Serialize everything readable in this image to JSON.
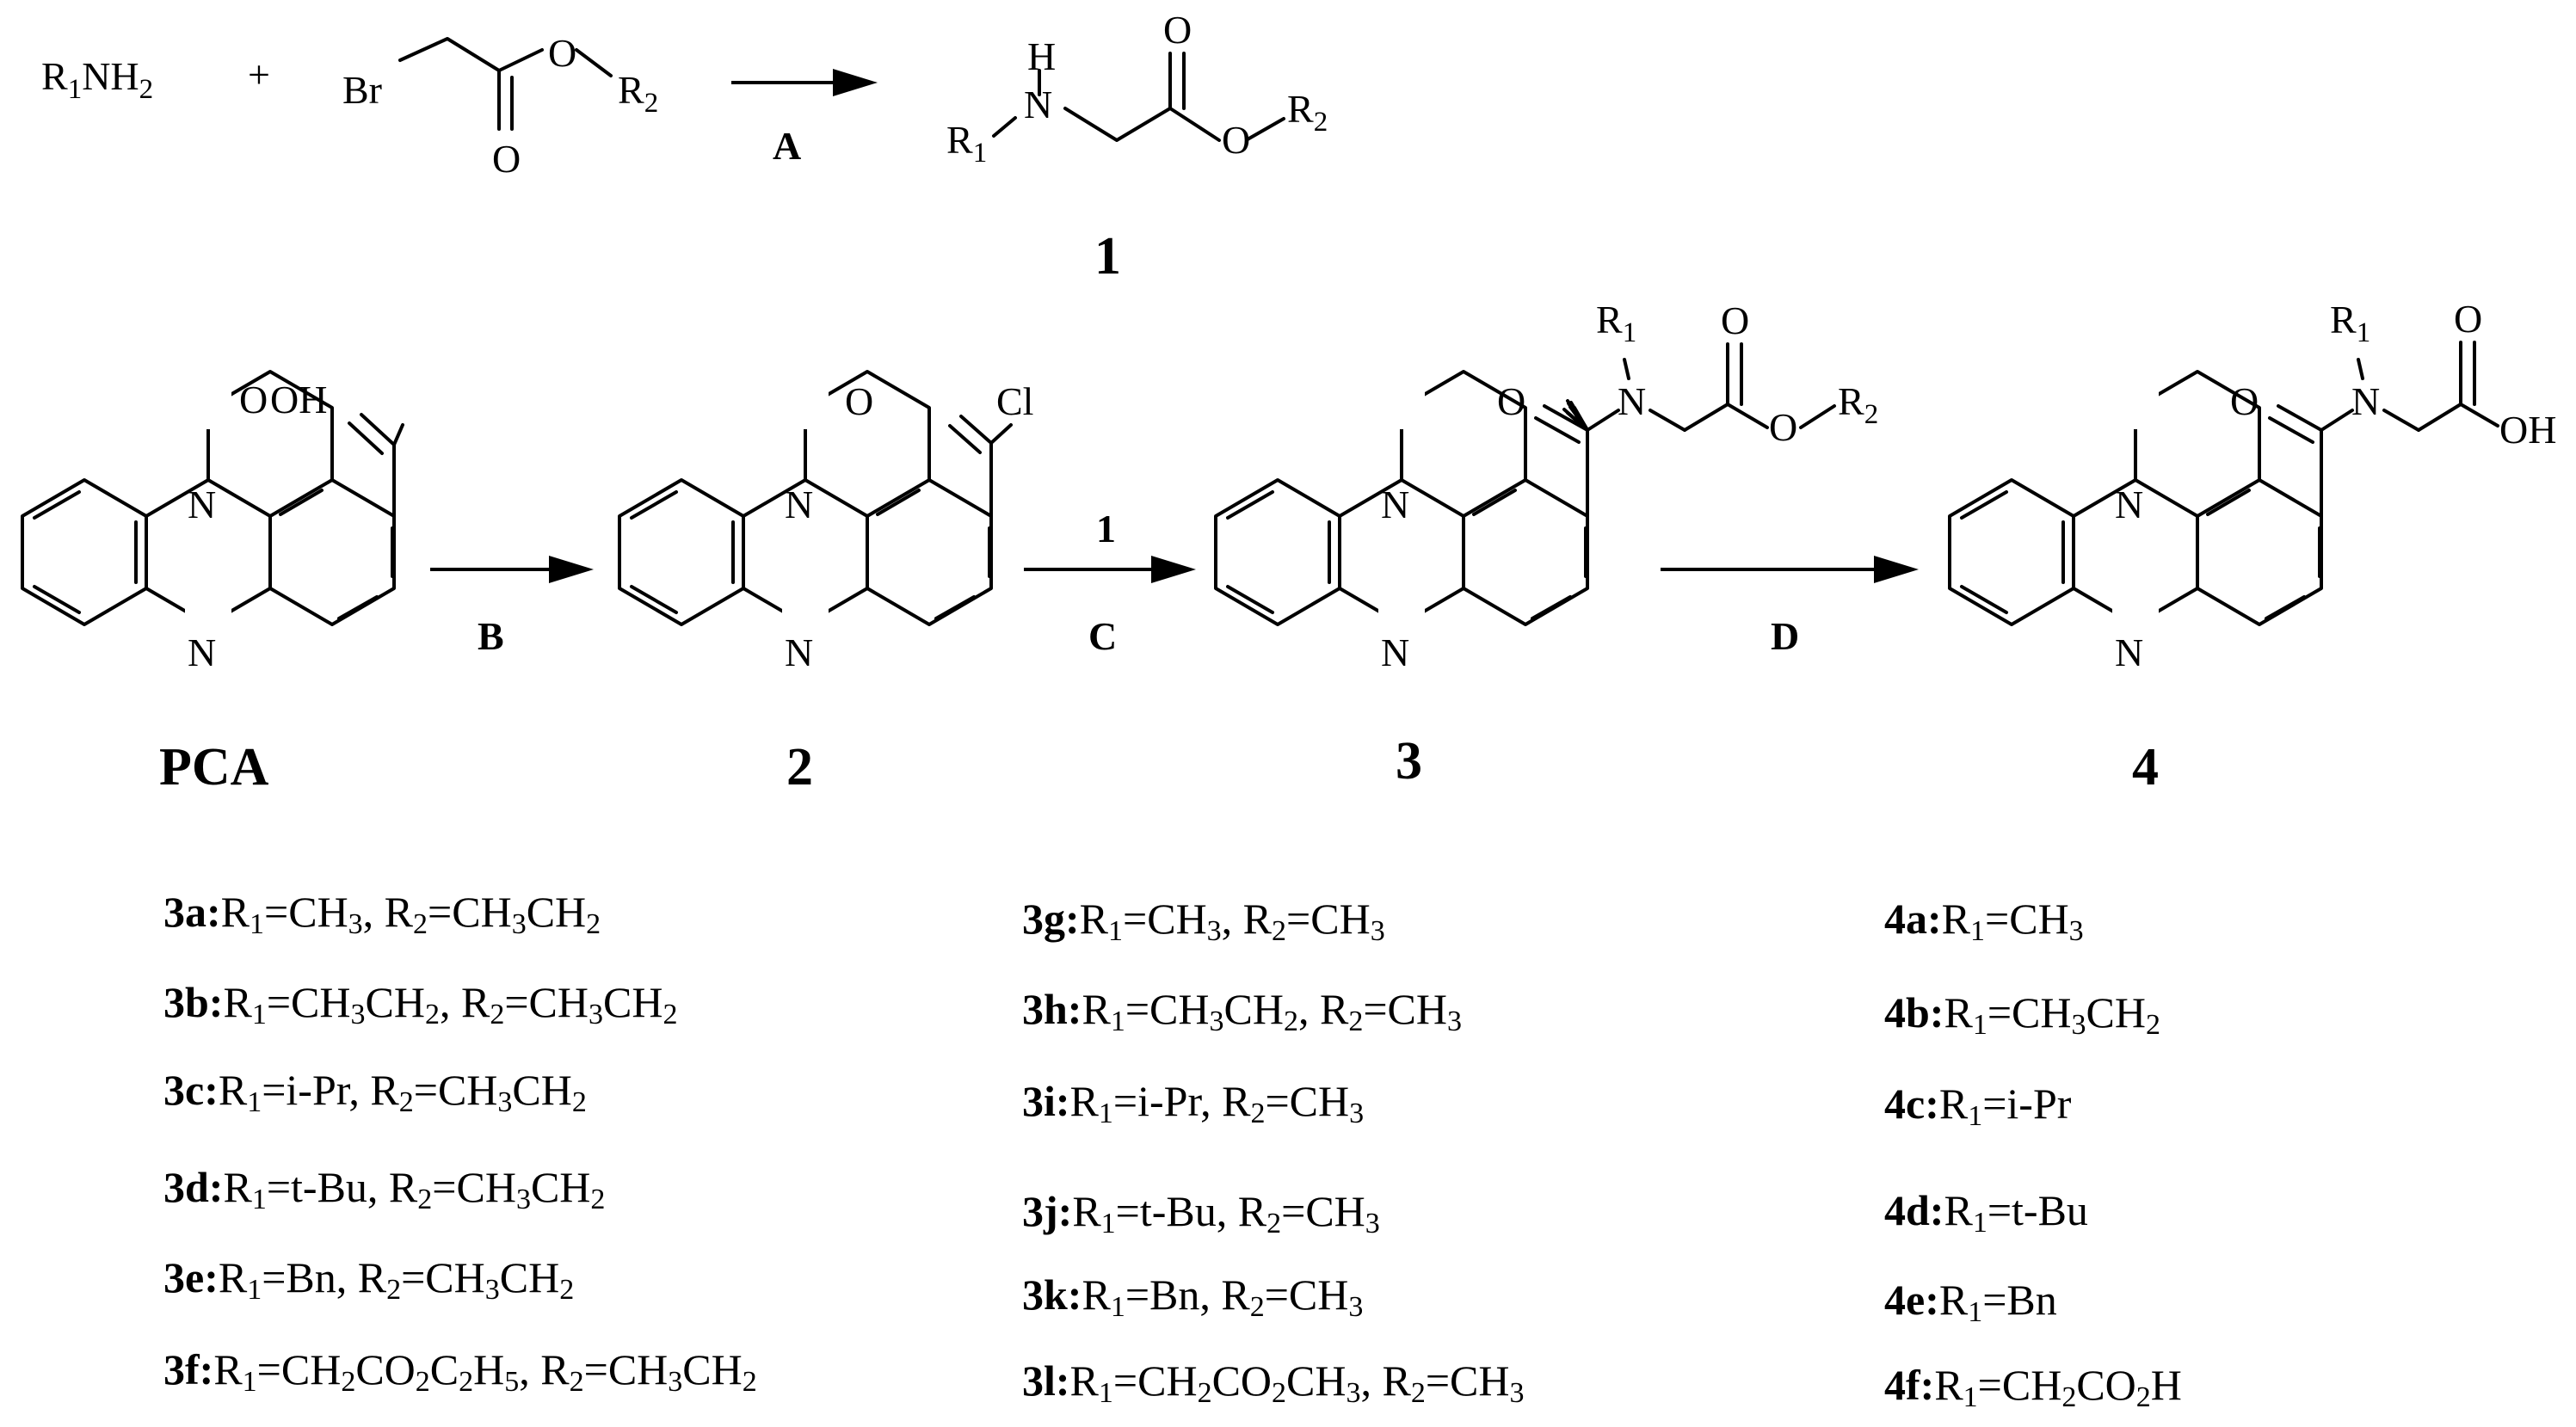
{
  "reaction1": {
    "reactant_amine": [
      "R",
      "1",
      "NH",
      "2"
    ],
    "plus": "+",
    "bromo": "Br",
    "o_carbonyl": "O",
    "o_ester": "O",
    "r2": [
      "R",
      "2"
    ],
    "step": "A",
    "product_h": "H",
    "product_n": "N",
    "product_r1": [
      "R",
      "1"
    ],
    "product_o_carbonyl": "O",
    "product_o_ester": "O",
    "product_r2": [
      "R",
      "2"
    ],
    "product_label": "1"
  },
  "reaction2": {
    "pca_o": "O",
    "pca_oh": "OH",
    "ring_n": "N",
    "pca_label": "PCA",
    "step_b": "B",
    "c2_o": "O",
    "c2_cl": "Cl",
    "c2_label": "2",
    "reagent_1": "1",
    "step_c": "C",
    "c3_o_amide": "O",
    "c3_n": "N",
    "c3_r1": [
      "R",
      "1"
    ],
    "c3_o_carbonyl": "O",
    "c3_o_ester": "O",
    "c3_r2": [
      "R",
      "2"
    ],
    "c3_label": "3",
    "step_d": "D",
    "c4_o_amide": "O",
    "c4_n": "N",
    "c4_r1": [
      "R",
      "1"
    ],
    "c4_o_carbonyl": "O",
    "c4_oh": "OH",
    "c4_label": "4"
  },
  "substituents": {
    "col_3a_3f": [
      {
        "id": "3a:",
        "parts": [
          [
            "R",
            ""
          ],
          [
            "1",
            "sub"
          ],
          [
            "=CH",
            ""
          ],
          [
            "3",
            "sub"
          ],
          [
            ", R",
            ""
          ],
          [
            "2",
            "sub"
          ],
          [
            "=CH",
            ""
          ],
          [
            "3",
            "sub"
          ],
          [
            "CH",
            ""
          ],
          [
            "2",
            "sub"
          ]
        ]
      },
      {
        "id": "3b:",
        "parts": [
          [
            "R",
            ""
          ],
          [
            "1",
            "sub"
          ],
          [
            "=CH",
            ""
          ],
          [
            "3",
            "sub"
          ],
          [
            "CH",
            ""
          ],
          [
            "2",
            "sub"
          ],
          [
            ", R",
            ""
          ],
          [
            "2",
            "sub"
          ],
          [
            "=CH",
            ""
          ],
          [
            "3",
            "sub"
          ],
          [
            "CH",
            ""
          ],
          [
            "2",
            "sub"
          ]
        ]
      },
      {
        "id": "3c:",
        "parts": [
          [
            "R",
            ""
          ],
          [
            "1",
            "sub"
          ],
          [
            "=i-Pr, R",
            ""
          ],
          [
            "2",
            "sub"
          ],
          [
            "=CH",
            ""
          ],
          [
            "3",
            "sub"
          ],
          [
            "CH",
            ""
          ],
          [
            "2",
            "sub"
          ]
        ]
      },
      {
        "id": "3d:",
        "parts": [
          [
            "R",
            ""
          ],
          [
            "1",
            "sub"
          ],
          [
            "=t-Bu, R",
            ""
          ],
          [
            "2",
            "sub"
          ],
          [
            "=CH",
            ""
          ],
          [
            "3",
            "sub"
          ],
          [
            "CH",
            ""
          ],
          [
            "2",
            "sub"
          ]
        ]
      },
      {
        "id": "3e:",
        "parts": [
          [
            "R",
            ""
          ],
          [
            "1",
            "sub"
          ],
          [
            "=Bn, R",
            ""
          ],
          [
            "2",
            "sub"
          ],
          [
            "=CH",
            ""
          ],
          [
            "3",
            "sub"
          ],
          [
            "CH",
            ""
          ],
          [
            "2",
            "sub"
          ]
        ]
      },
      {
        "id": "3f:",
        "parts": [
          [
            "R",
            ""
          ],
          [
            "1",
            "sub"
          ],
          [
            "=CH",
            ""
          ],
          [
            "2",
            "sub"
          ],
          [
            "CO",
            ""
          ],
          [
            "2",
            "sub"
          ],
          [
            "C",
            ""
          ],
          [
            "2",
            "sub"
          ],
          [
            "H",
            ""
          ],
          [
            "5",
            "sub"
          ],
          [
            ", R",
            ""
          ],
          [
            "2",
            "sub"
          ],
          [
            "=CH",
            ""
          ],
          [
            "3",
            "sub"
          ],
          [
            "CH",
            ""
          ],
          [
            "2",
            "sub"
          ]
        ]
      }
    ],
    "col_3g_3l": [
      {
        "id": "3g:",
        "parts": [
          [
            "R",
            ""
          ],
          [
            "1",
            "sub"
          ],
          [
            "=CH",
            ""
          ],
          [
            "3",
            "sub"
          ],
          [
            ", R",
            ""
          ],
          [
            "2",
            "sub"
          ],
          [
            "=CH",
            ""
          ],
          [
            "3",
            "sub"
          ]
        ]
      },
      {
        "id": "3h:",
        "parts": [
          [
            "R",
            ""
          ],
          [
            "1",
            "sub"
          ],
          [
            "=CH",
            ""
          ],
          [
            "3",
            "sub"
          ],
          [
            "CH",
            ""
          ],
          [
            "2",
            "sub"
          ],
          [
            ", R",
            ""
          ],
          [
            "2",
            "sub"
          ],
          [
            "=CH",
            ""
          ],
          [
            "3",
            "sub"
          ]
        ]
      },
      {
        "id": "3i:",
        "parts": [
          [
            "R",
            ""
          ],
          [
            "1",
            "sub"
          ],
          [
            "=i-Pr, R",
            ""
          ],
          [
            "2",
            "sub"
          ],
          [
            "=CH",
            ""
          ],
          [
            "3",
            "sub"
          ]
        ]
      },
      {
        "id": "3j:",
        "parts": [
          [
            "R",
            ""
          ],
          [
            "1",
            "sub"
          ],
          [
            "=t-Bu, R",
            ""
          ],
          [
            "2",
            "sub"
          ],
          [
            "=CH",
            ""
          ],
          [
            "3",
            "sub"
          ]
        ]
      },
      {
        "id": "3k:",
        "parts": [
          [
            "R",
            ""
          ],
          [
            "1",
            "sub"
          ],
          [
            "=Bn, R",
            ""
          ],
          [
            "2",
            "sub"
          ],
          [
            "=CH",
            ""
          ],
          [
            "3",
            "sub"
          ]
        ]
      },
      {
        "id": "3l:",
        "parts": [
          [
            "R",
            ""
          ],
          [
            "1",
            "sub"
          ],
          [
            "=CH",
            ""
          ],
          [
            "2",
            "sub"
          ],
          [
            "CO",
            ""
          ],
          [
            "2",
            "sub"
          ],
          [
            "CH",
            ""
          ],
          [
            "3",
            "sub"
          ],
          [
            ", R",
            ""
          ],
          [
            "2",
            "sub"
          ],
          [
            "=CH",
            ""
          ],
          [
            "3",
            "sub"
          ]
        ]
      }
    ],
    "col_4a_4f": [
      {
        "id": "4a:",
        "parts": [
          [
            "R",
            ""
          ],
          [
            "1",
            "sub"
          ],
          [
            "=CH",
            ""
          ],
          [
            "3",
            "sub"
          ]
        ]
      },
      {
        "id": "4b:",
        "parts": [
          [
            "R",
            ""
          ],
          [
            "1",
            "sub"
          ],
          [
            "=CH",
            ""
          ],
          [
            "3",
            "sub"
          ],
          [
            "CH",
            ""
          ],
          [
            "2",
            "sub"
          ]
        ]
      },
      {
        "id": "4c:",
        "parts": [
          [
            "R",
            ""
          ],
          [
            "1",
            "sub"
          ],
          [
            "=i-Pr",
            ""
          ]
        ]
      },
      {
        "id": "4d:",
        "parts": [
          [
            "R",
            ""
          ],
          [
            "1",
            "sub"
          ],
          [
            "=t-Bu",
            ""
          ]
        ]
      },
      {
        "id": "4e:",
        "parts": [
          [
            "R",
            ""
          ],
          [
            "1",
            "sub"
          ],
          [
            "=Bn",
            ""
          ]
        ]
      },
      {
        "id": "4f:",
        "parts": [
          [
            "R",
            ""
          ],
          [
            "1",
            "sub"
          ],
          [
            "=CH",
            ""
          ],
          [
            "2",
            "sub"
          ],
          [
            "CO",
            ""
          ],
          [
            "2",
            "sub"
          ],
          [
            "H",
            ""
          ]
        ]
      }
    ]
  }
}
